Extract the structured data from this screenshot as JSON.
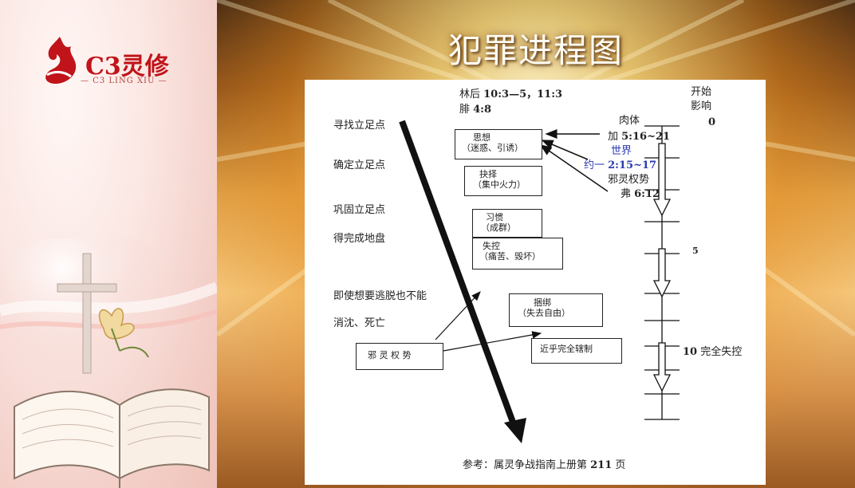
{
  "logo": {
    "name": "C3灵修",
    "sub": "— C3 LING XIU —"
  },
  "slide": {
    "title": "犯罪进程图"
  },
  "diagram": {
    "refs": {
      "ref1_prefix": "林后 ",
      "ref1_value": "10:3—5，11:3",
      "ref2_prefix": "腓 ",
      "ref2_value": "4:8"
    },
    "stages": [
      "寻找立足点",
      "确定立足点",
      "巩固立足点",
      "得完成地盘",
      "即使想要逃脱也不能",
      "消沈、死亡"
    ],
    "boxes": {
      "thought": {
        "line1": "思想",
        "line2": "（迷惑、引诱）"
      },
      "choice": {
        "line1": "抉择",
        "line2": "（集中火力）"
      },
      "habit": {
        "line1": "习惯",
        "line2": "（成群）"
      },
      "lose_control": {
        "line1": "失控",
        "line2": "（痛苦、毁坏）"
      },
      "bound": {
        "line1": "捆绑",
        "line2": "（失去自由）"
      },
      "near_full": {
        "line1": "近乎完全辖制"
      },
      "evil_power": {
        "line1": "邪 灵 权 势"
      }
    },
    "sources": {
      "flesh": "肉体",
      "gal_prefix": "加 ",
      "gal_value": "5:16~21",
      "world": "世界",
      "john_prefix": "约一 ",
      "john_value": "2:15~17",
      "evil": "邪灵权势",
      "eph_prefix": "弗 ",
      "eph_value": "6:12"
    },
    "scale": {
      "start": "开始",
      "influence": "影响",
      "zero": "0",
      "five": "5",
      "ten": "10",
      "ten_label": " 完全失控"
    },
    "footer": {
      "prefix": "参考：属灵争战指南上册第 ",
      "page": "211",
      "suffix": " 页"
    }
  },
  "colors": {
    "logo_red": "#c0141a",
    "title_text": "#fffdf5",
    "diagram_ink": "#222222"
  }
}
